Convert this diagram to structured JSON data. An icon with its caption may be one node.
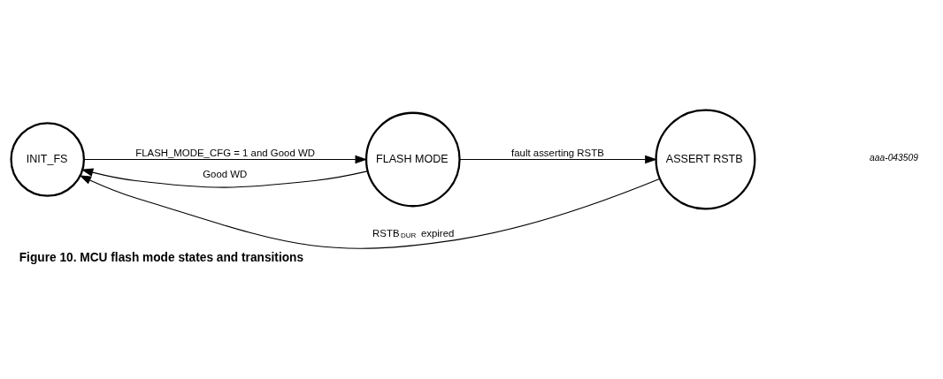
{
  "diagram": {
    "caption": "Figure 10. MCU flash mode states and transitions",
    "nodes": [
      {
        "text": [
          "INIT_FS"
        ]
      },
      {
        "text": [
          "FLASH MODE"
        ]
      },
      {
        "text": [
          "ASSERT RSTB"
        ]
      }
    ],
    "edges": [
      {
        "from": 0,
        "to": 1,
        "arrow": "to",
        "label": "FLASH_MODE_CFG = 1 and Good WD"
      },
      {
        "from": 1,
        "to": 0,
        "arrow": "to",
        "label": "Good WD"
      },
      {
        "from": 1,
        "to": 2,
        "arrow": "to",
        "label": "fault asserting RSTB"
      },
      {
        "from": 2,
        "to": 0,
        "arrow": "to",
        "label": "RSTB$_{DUR}$ expired"
      }
    ],
    "labels": [
      "aaa-043509"
    ]
  }
}
